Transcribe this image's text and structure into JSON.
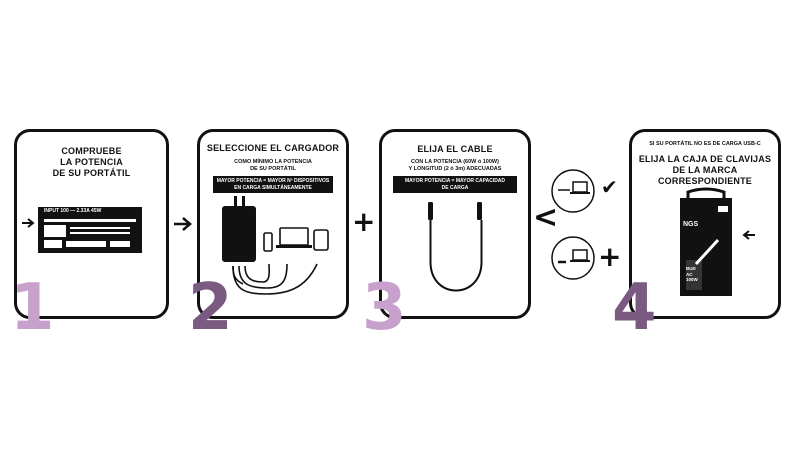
{
  "colors": {
    "accent_light": "#c7a1cc",
    "accent_dark": "#7a5a80",
    "ink": "#111111"
  },
  "steps": [
    {
      "number": "1",
      "title": "COMPRUEBE\nLA POTENCIA\nDE SU PORTÁTIL",
      "label_text": "INPUT 100 — 2.33A 45W"
    },
    {
      "number": "2",
      "title": "SELECCIONE EL CARGADOR",
      "note": "COMO MÍNIMO LA POTENCIA\nDE SU PORTÁTIL",
      "bar": "MAYOR POTENCIA = MAYOR Nº DISPOSITIVOS\nEN CARGA SIMULTÁNEAMENTE"
    },
    {
      "number": "3",
      "title": "ELIJA EL CABLE",
      "note": "CON LA POTENCIA (60W ó 100W)\nY LONGITUD (2 ó 3m) ADECUADAS",
      "bar": "MAYOR POTENCIA = MAYOR CAPACIDAD\nDE CARGA"
    },
    {
      "number": "4",
      "pre": "SI SU PORTÁTIL NO ES DE CARGA USB-C",
      "title": "ELIJA LA CAJA DE CLAVIJAS\nDE LA MARCA\nCORRESPONDIENTE",
      "brand": "NGS",
      "box_text": "BUD\nAC\n100W"
    }
  ],
  "symbols": {
    "plus": "+",
    "arrow": "→",
    "check": "✔",
    "branch": "<"
  },
  "icons": [
    "arrow-right-icon",
    "charger-icon",
    "laptop-icon",
    "phone-icon",
    "tablet-icon",
    "usb-c-cable-icon",
    "plug-box-icon",
    "checkmark-icon",
    "plus-icon"
  ]
}
